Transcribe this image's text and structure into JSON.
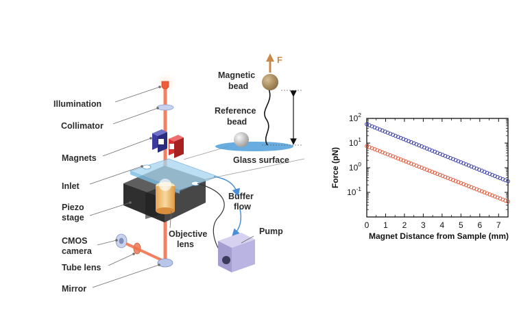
{
  "diagram": {
    "labels": {
      "illumination": "Illumination",
      "collimator": "Collimator",
      "magnets": "Magnets",
      "inlet": "Inlet",
      "piezo_1": "Piezo",
      "piezo_2": "stage",
      "cmos_1": "CMOS",
      "cmos_2": "camera",
      "tube_lens": "Tube lens",
      "mirror": "Mirror",
      "objective_1": "Objective",
      "objective_2": "lens",
      "buffer_1": "Buffer",
      "buffer_2": "flow",
      "pump": "Pump",
      "magnetic_bead_1": "Magnetic",
      "magnetic_bead_2": "bead",
      "reference_bead_1": "Reference",
      "reference_bead_2": "bead",
      "glass_surface": "Glass surface",
      "force_symbol": "F"
    },
    "colors": {
      "beam": "#f0603a",
      "magnet_blue": "#3e3fa3",
      "magnet_red": "#d83434",
      "stage_dark": "#3a3a3a",
      "flowcell": "#9fd0ec",
      "objective": "#f2c27a",
      "bead": "#a6885c",
      "pump": "#b3acd6",
      "optics": "#b9c6e8",
      "arrow_blue": "#4a8fd6"
    }
  },
  "chart_data": {
    "type": "scatter",
    "xlabel": "Magnet Distance from Sample (mm)",
    "ylabel": "Force (pN)",
    "xlim": [
      0,
      7.5
    ],
    "ylim": [
      0.01,
      100
    ],
    "yscale": "log",
    "xticks": [
      "0",
      "1",
      "2",
      "3",
      "4",
      "5",
      "6",
      "7"
    ],
    "yticks": [
      {
        "base": "10",
        "exp": "2",
        "value": 100
      },
      {
        "base": "10",
        "exp": "1",
        "value": 10
      },
      {
        "base": "10",
        "exp": "0",
        "value": 1
      },
      {
        "base": "10",
        "exp": "-1",
        "value": 0.1
      }
    ],
    "grid": false,
    "series": [
      {
        "color": "#3b3fa8",
        "x_start": 0,
        "x_end": 7.5,
        "y_start": 58,
        "y_end": 0.28,
        "points": 55
      },
      {
        "color": "#e0593a",
        "x_start": 0,
        "x_end": 7.5,
        "y_start": 7.5,
        "y_end": 0.042,
        "points": 55
      }
    ]
  }
}
